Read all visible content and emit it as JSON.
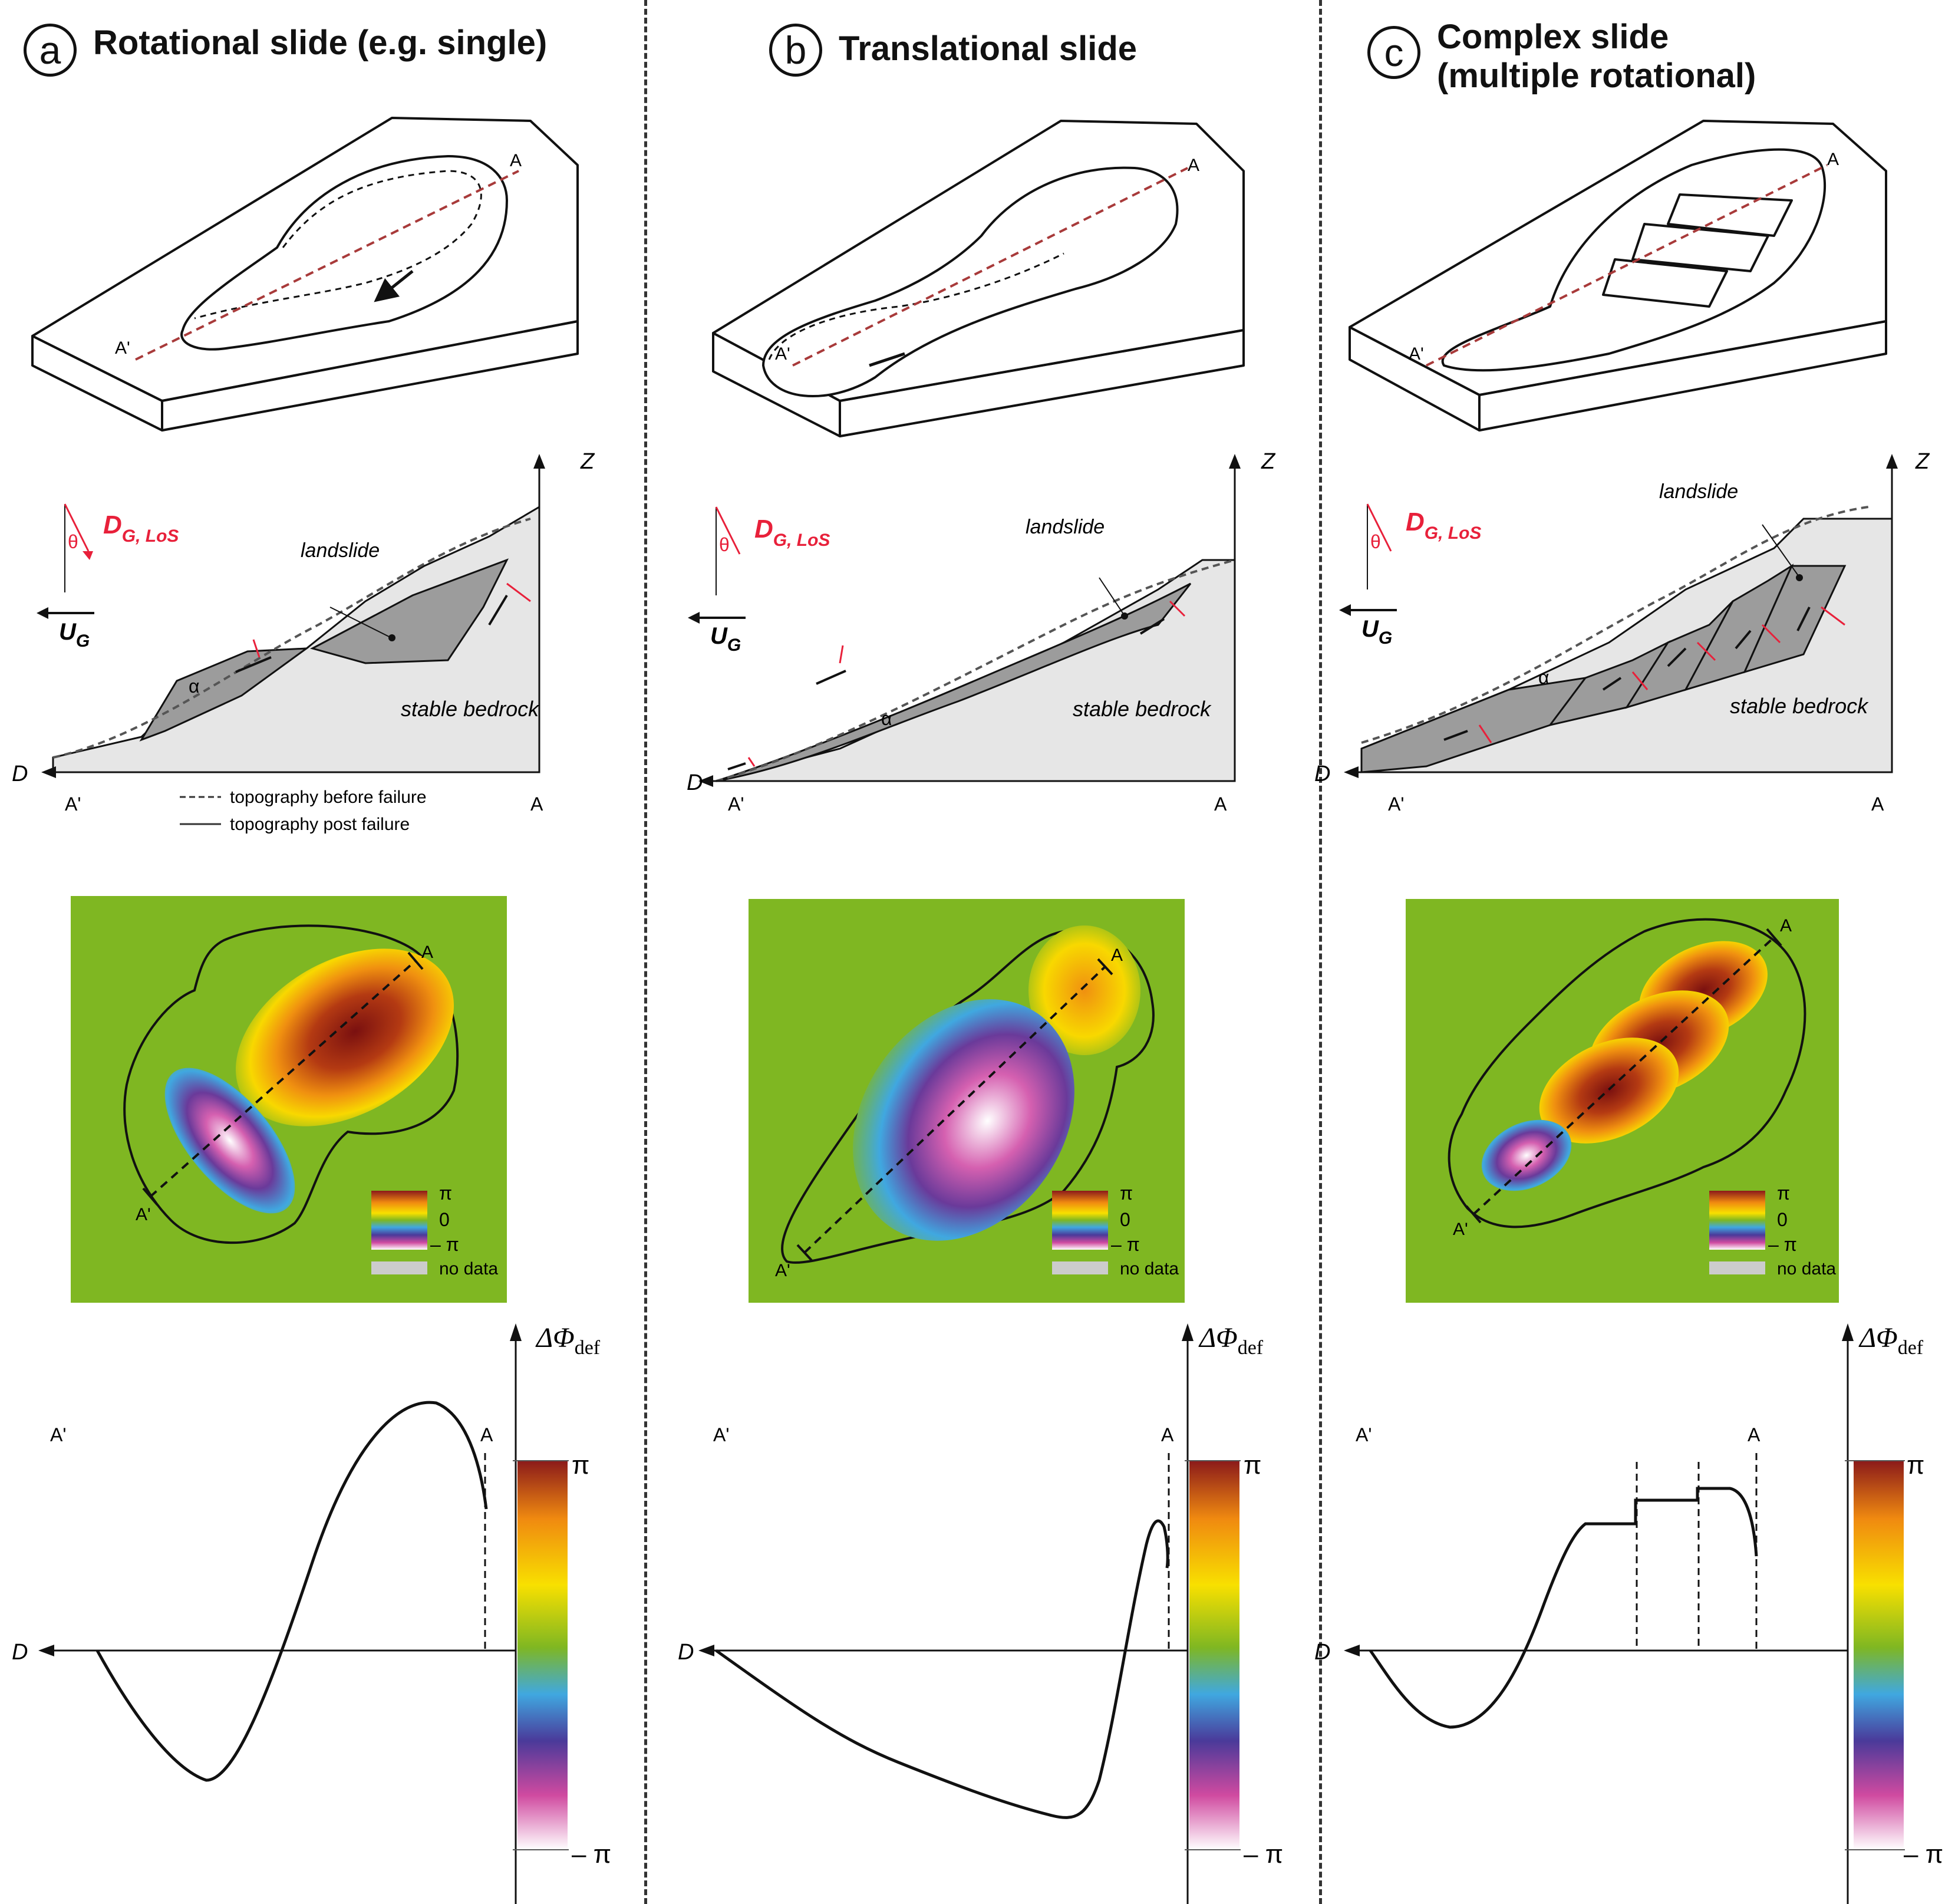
{
  "panels": [
    {
      "letter": "a",
      "title": "Rotational slide (e.g. single)",
      "point_a": "A",
      "point_a_prime": "A'",
      "landslide_label": "landslide",
      "bedrock_label": "stable bedrock",
      "alpha": "α",
      "theta": "θ"
    },
    {
      "letter": "b",
      "title": "Translational slide",
      "point_a": "A",
      "point_a_prime": "A'",
      "landslide_label": "landslide",
      "bedrock_label": "stable bedrock",
      "alpha": "α",
      "theta": "θ"
    },
    {
      "letter": "c",
      "title": "Complex slide\n(multiple rotational)",
      "point_a": "A",
      "point_a_prime": "A'",
      "landslide_label": "landslide",
      "bedrock_label": "stable bedrock",
      "alpha": "α",
      "theta": "θ"
    }
  ],
  "common": {
    "axis_z": "Z",
    "axis_d": "D",
    "dg_los": "D",
    "dg_los_sub": "G, LoS",
    "ug": "U",
    "ug_sub": "G",
    "legend_before": "topography before failure",
    "legend_after": "topography post failure",
    "scale_pi": "π",
    "scale_zero": "0",
    "scale_minus_pi": "– π",
    "no_data": "no data",
    "dphi": "ΔΦ",
    "dphi_sub": "def",
    "pi": "π",
    "minus_pi": "– π"
  },
  "colors": {
    "landslide_fill": "#9c9c9c",
    "bedrock_fill": "#e6e6e6",
    "insar_background": "#7fb722",
    "los_red": "#e8203a",
    "profile_dash": "#a83a3a"
  }
}
